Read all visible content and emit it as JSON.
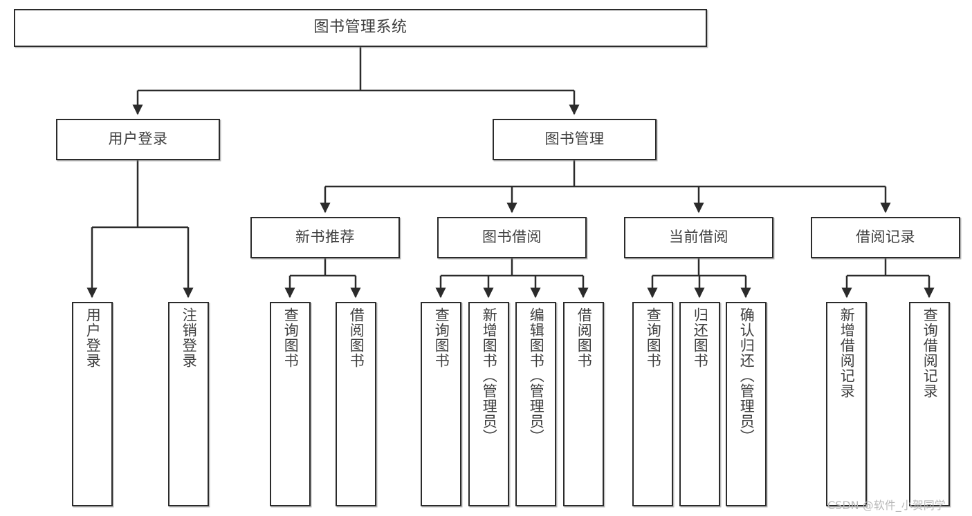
{
  "diagram": {
    "title": "图书管理系统",
    "type": "hierarchy-tree",
    "orientation": "top-down",
    "colors": {
      "box_border": "#2b2b2b",
      "box_fill": "#ffffff",
      "edge": "#2b2b2b",
      "text": "#3f3f3f",
      "watermark": "#b9b9b9"
    }
  },
  "nodes": {
    "root": {
      "label": "图书管理系统",
      "level": 1
    },
    "level2": [
      {
        "id": "user-login",
        "label": "用户登录"
      },
      {
        "id": "book-manage",
        "label": "图书管理"
      }
    ],
    "level3": [
      {
        "id": "new-book-recommend",
        "label": "新书推荐"
      },
      {
        "id": "book-borrow",
        "label": "图书借阅"
      },
      {
        "id": "current-borrow",
        "label": "当前借阅"
      },
      {
        "id": "borrow-record",
        "label": "借阅记录"
      }
    ],
    "leaves": {
      "user-login": [
        {
          "id": "leaf-user-login",
          "label": "用户登录"
        },
        {
          "id": "leaf-logout-login",
          "label": "注销登录"
        }
      ],
      "new-book-recommend": [
        {
          "id": "leaf-query-book-1",
          "label": "查询图书"
        },
        {
          "id": "leaf-borrow-book-1",
          "label": "借阅图书"
        }
      ],
      "book-borrow": [
        {
          "id": "leaf-query-book-2",
          "label": "查询图书"
        },
        {
          "id": "leaf-add-book-admin",
          "label": "新增图书（管理员）"
        },
        {
          "id": "leaf-edit-book-admin",
          "label": "编辑图书（管理员）"
        },
        {
          "id": "leaf-borrow-book-2",
          "label": "借阅图书"
        }
      ],
      "current-borrow": [
        {
          "id": "leaf-query-book-3",
          "label": "查询图书"
        },
        {
          "id": "leaf-return-book",
          "label": "归还图书"
        },
        {
          "id": "leaf-confirm-return-admin",
          "label": "确认归还（管理员）"
        }
      ],
      "borrow-record": [
        {
          "id": "leaf-add-borrow-record",
          "label": "新增借阅记录"
        },
        {
          "id": "leaf-query-borrow-record",
          "label": "查询借阅记录"
        }
      ]
    }
  },
  "watermark": {
    "text": "CSDN @软件_小贺同学"
  }
}
